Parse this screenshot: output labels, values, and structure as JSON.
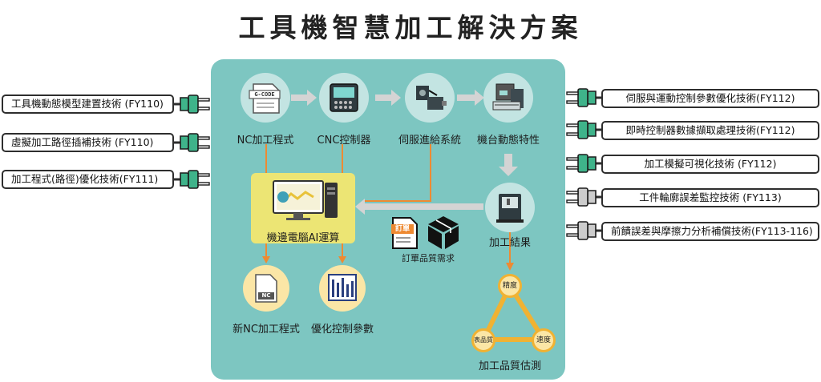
{
  "title": "工具機智慧加工解決方案",
  "colors": {
    "panel": "#7dc6c1",
    "accent_green": "#3fb38a",
    "plug_gray": "#cccccc",
    "orange": "#ee8a32",
    "yellow": "#ece574",
    "triangle": "#f0b233"
  },
  "flow": {
    "nc": "NC加工程式",
    "cnc": "CNC控制器",
    "servo": "伺服進給系統",
    "dynamics": "機台動態特性",
    "result": "加工結果",
    "edge": "機邊電腦AI運算",
    "order": "訂單品質需求",
    "order_badge": "訂單",
    "new_nc": "新NC加工程式",
    "opt_params": "優化控制參數",
    "quality": "加工品質估測",
    "gcode": "G-CODE",
    "nc_icon": "NC"
  },
  "triangle": {
    "top": "精度",
    "left": "表品質",
    "right": "速度"
  },
  "left_tags": [
    {
      "label": "工具機動態模型建置技術 (FY110)",
      "status": "active"
    },
    {
      "label": "虛擬加工路徑插補技術 (FY110)",
      "status": "active"
    },
    {
      "label": "加工程式(路徑)優化技術(FY111)",
      "status": "active"
    }
  ],
  "right_tags": [
    {
      "label": "伺服與運動控制參數優化技術(FY112)",
      "status": "active"
    },
    {
      "label": "即時控制器數據擷取處理技術(FY112)",
      "status": "active"
    },
    {
      "label": "加工模擬可視化技術 (FY112)",
      "status": "active"
    },
    {
      "label": "工件輪廓誤差監控技術 (FY113)",
      "status": "inactive"
    },
    {
      "label": "前饋誤差與摩擦力分析補償技術(FY113-116)",
      "status": "inactive"
    }
  ],
  "icons": [
    "gcode-file-icon",
    "cnc-controller-icon",
    "servo-motor-icon",
    "machine-tool-icon",
    "machining-center-icon",
    "edge-computer-icon",
    "order-document-icon",
    "box-icon",
    "nc-file-icon",
    "parameter-chart-icon",
    "plug-icon"
  ]
}
